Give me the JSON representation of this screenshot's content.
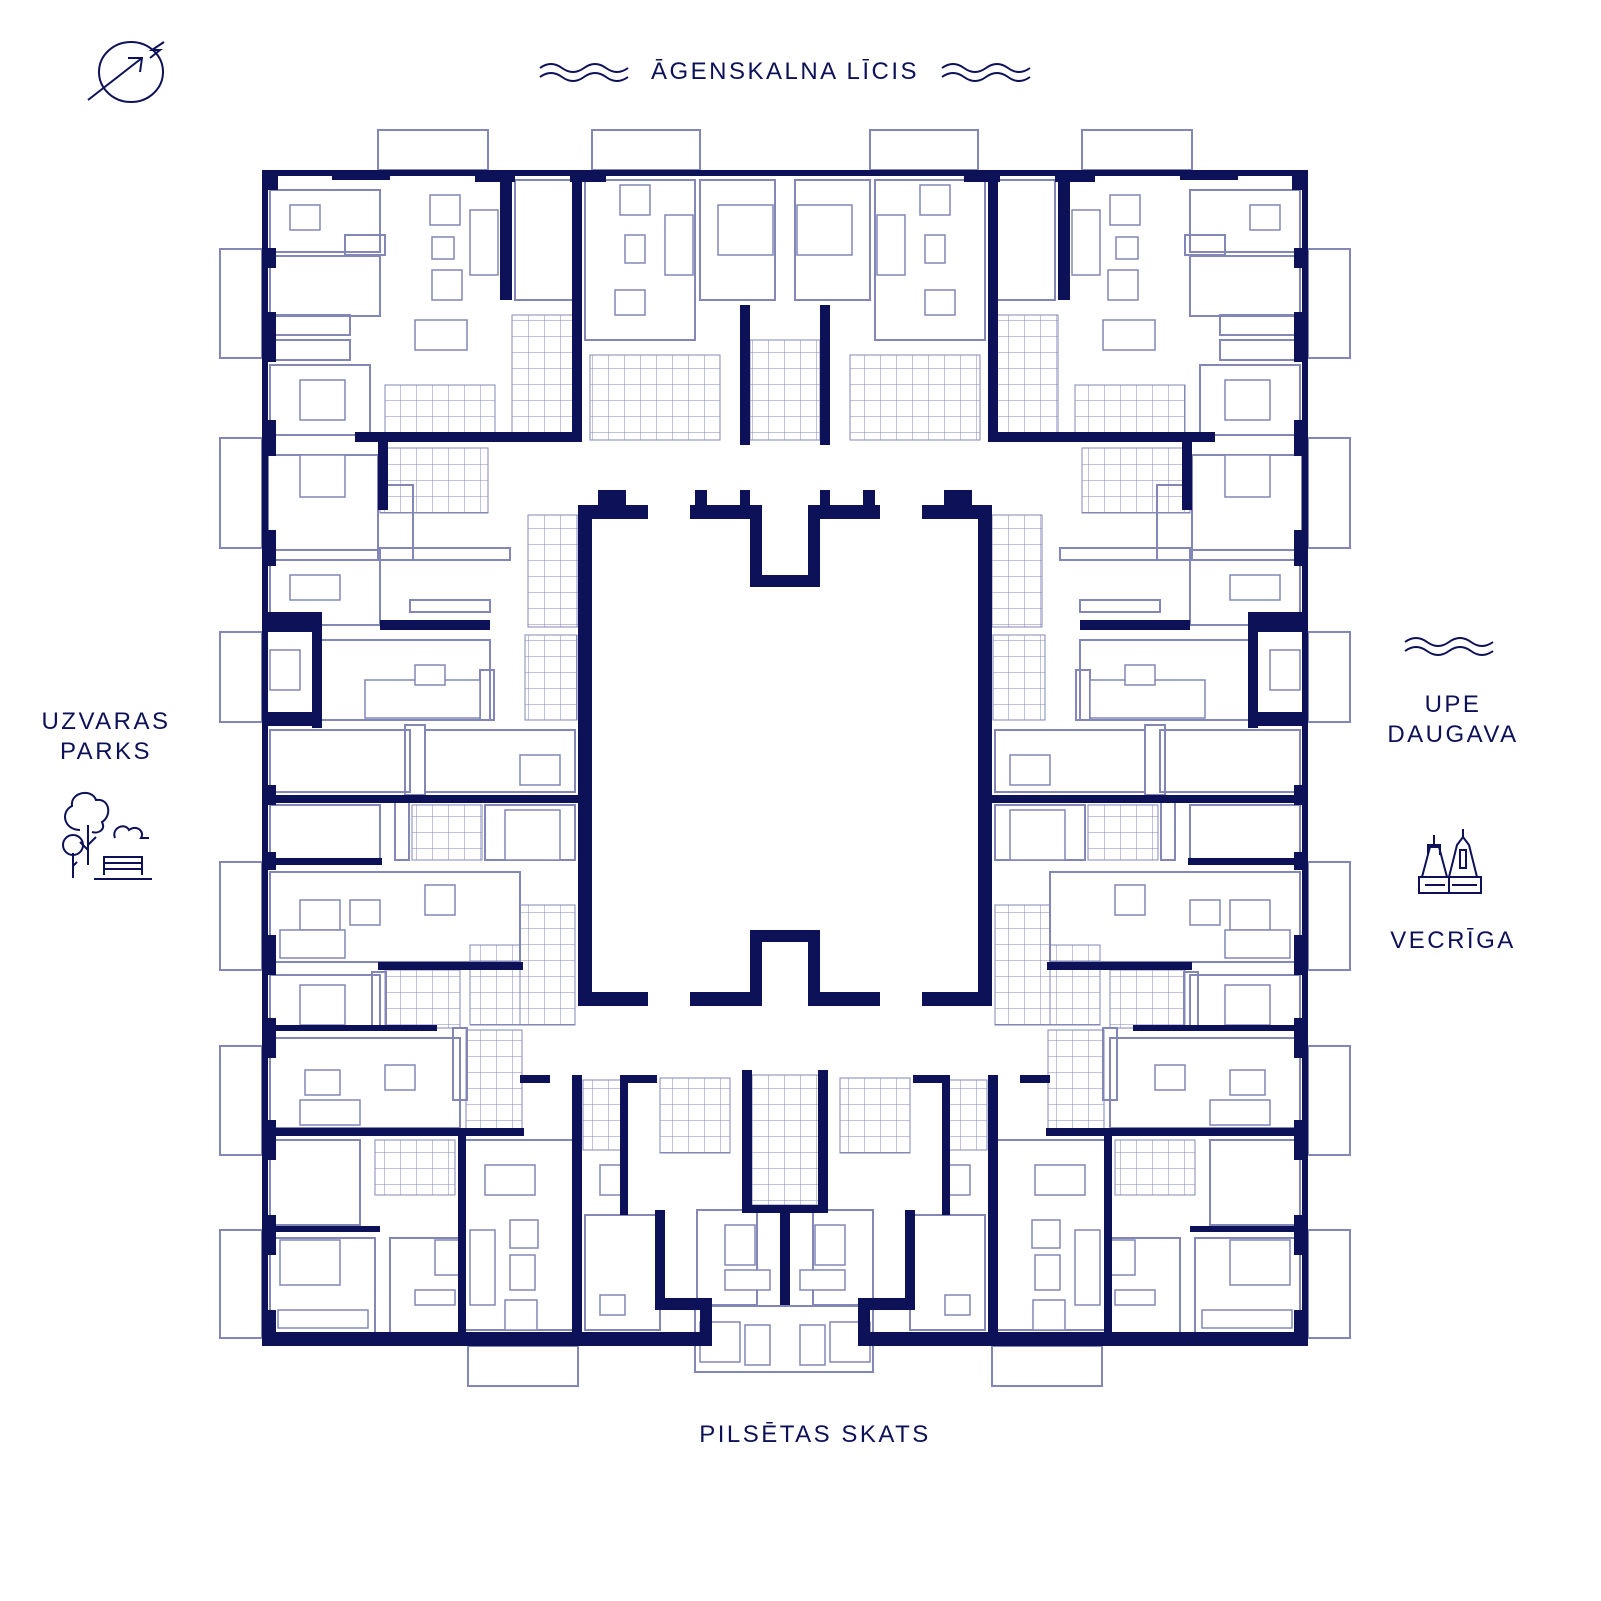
{
  "labels": {
    "north": "ĀGENSKALNA LĪCIS",
    "west_line1": "UZVARAS",
    "west_line2": "PARKS",
    "east_line1": "UPE",
    "east_line2": "DAUGAVA",
    "east_old_town": "VECRĪGA",
    "south": "PILSĒTAS SKATS"
  },
  "icons": {
    "compass": "compass-north-arrow-icon",
    "water": "water-waves-icon",
    "park": "park-trees-bench-icon",
    "old_town": "old-town-buildings-icon"
  },
  "colors": {
    "wall": "#0d1157",
    "line": "#8387b8",
    "background": "#ffffff"
  }
}
